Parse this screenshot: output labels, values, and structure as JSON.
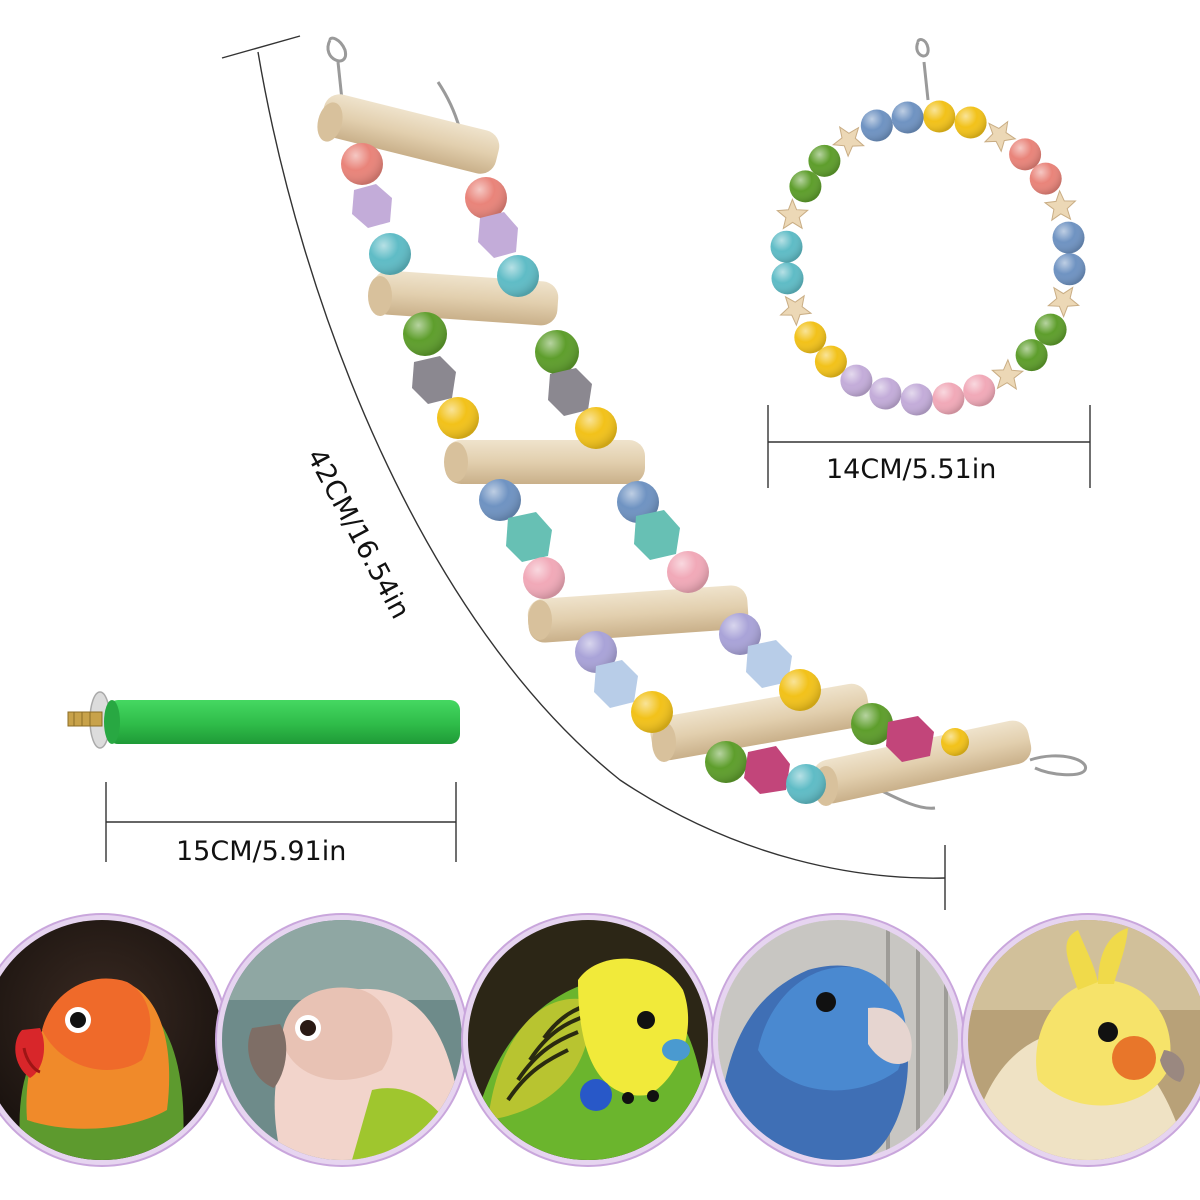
{
  "dimensions": {
    "ladder": "42CM/16.54in",
    "ring": "14CM/5.51in",
    "perch": "15CM/5.91in"
  },
  "products": {
    "ladder": {
      "name": "ladder-toy",
      "rungs": 6
    },
    "ring": {
      "name": "bead-ring-swing"
    },
    "perch": {
      "name": "green-perch-stick",
      "color": "#32c24e"
    }
  },
  "bead_colors": {
    "pink": "#e9847a",
    "lilac": "#c3acd9",
    "teal": "#5fbcc6",
    "green": "#5e9e2c",
    "gray": "#8b8890",
    "yellow": "#f2c21a",
    "blue": "#6f93c2",
    "mint": "#67c0b4",
    "rose": "#f1a9b8",
    "magenta": "#c2457a",
    "wood": "#e2cfae",
    "star": "#ecd8b6"
  },
  "bird_photos": [
    {
      "name": "lovebird"
    },
    {
      "name": "conure"
    },
    {
      "name": "budgie"
    },
    {
      "name": "parrotlet"
    },
    {
      "name": "cockatiel"
    }
  ]
}
